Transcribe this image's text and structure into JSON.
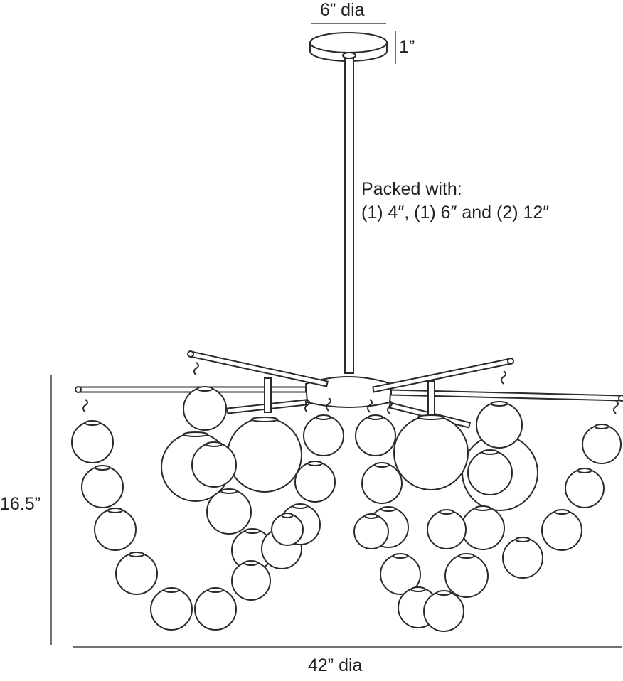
{
  "dimensions": {
    "canopy_diameter": "6” dia",
    "canopy_height": "1”",
    "height": "16.5”",
    "width": "42” dia"
  },
  "packing_note": {
    "line1": "Packed with:",
    "line2": "(1) 4″, (1) 6″ and (2) 12″"
  }
}
